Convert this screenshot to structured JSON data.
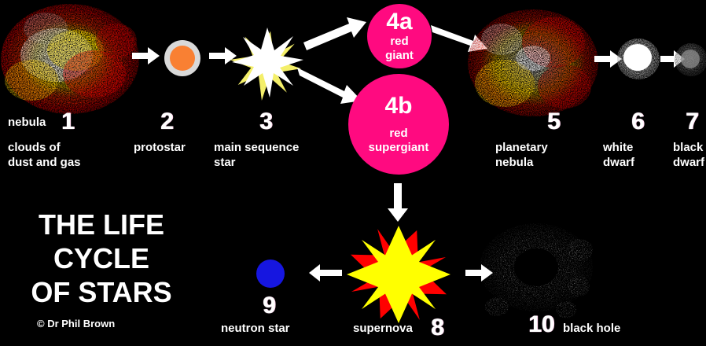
{
  "diagram": {
    "title_lines": [
      "THE LIFE",
      "CYCLE",
      "OF STARS"
    ],
    "credit": "© Dr Phil Brown",
    "background_color": "#000000",
    "accent_pink": "#ff0a80",
    "accent_yellow": "#ffff00",
    "accent_red": "#ff0000",
    "accent_blue": "#1616e0",
    "arrow_color": "#ffffff"
  },
  "stages": [
    {
      "number": "1",
      "name": "nebula",
      "caption_lines": [
        "clouds of",
        "dust and gas"
      ],
      "icon": "nebula-cloud-icon"
    },
    {
      "number": "2",
      "name": "protostar",
      "caption_lines": [],
      "icon": "protostar-icon"
    },
    {
      "number": "3",
      "name": "main sequence",
      "caption_lines": [
        "main sequence",
        "star"
      ],
      "icon": "main-sequence-star-icon"
    },
    {
      "number": "4a",
      "name": "red giant",
      "caption_lines": [
        "red",
        "giant"
      ],
      "icon": "red-giant-circle-icon"
    },
    {
      "number": "4b",
      "name": "red supergiant",
      "caption_lines": [
        "red",
        "supergiant"
      ],
      "icon": "red-supergiant-circle-icon"
    },
    {
      "number": "5",
      "name": "planetary nebula",
      "caption_lines": [
        "planetary",
        "nebula"
      ],
      "icon": "planetary-nebula-icon"
    },
    {
      "number": "6",
      "name": "white dwarf",
      "caption_lines": [
        "white",
        "dwarf"
      ],
      "icon": "white-dwarf-icon"
    },
    {
      "number": "7",
      "name": "black dwarf",
      "caption_lines": [
        "black",
        "dwarf"
      ],
      "icon": "black-dwarf-icon"
    },
    {
      "number": "8",
      "name": "supernova",
      "caption_lines": [
        "supernova"
      ],
      "icon": "supernova-burst-icon"
    },
    {
      "number": "9",
      "name": "neutron star",
      "caption_lines": [
        "neutron star"
      ],
      "icon": "neutron-star-icon"
    },
    {
      "number": "10",
      "name": "black hole",
      "caption_lines": [
        "black hole"
      ],
      "icon": "black-hole-icon"
    }
  ],
  "arrows": [
    {
      "id": "nebula-to-protostar",
      "direction": "right"
    },
    {
      "id": "protostar-to-main-sequence",
      "direction": "right"
    },
    {
      "id": "main-sequence-to-red-giant",
      "direction": "up-right"
    },
    {
      "id": "main-sequence-to-red-supergiant",
      "direction": "down-right"
    },
    {
      "id": "red-giant-to-planetary-nebula",
      "direction": "right"
    },
    {
      "id": "planetary-nebula-to-white-dwarf",
      "direction": "right"
    },
    {
      "id": "white-dwarf-to-black-dwarf",
      "direction": "right"
    },
    {
      "id": "red-supergiant-to-supernova",
      "direction": "down"
    },
    {
      "id": "supernova-to-neutron-star",
      "direction": "left"
    },
    {
      "id": "supernova-to-black-hole",
      "direction": "right"
    }
  ]
}
